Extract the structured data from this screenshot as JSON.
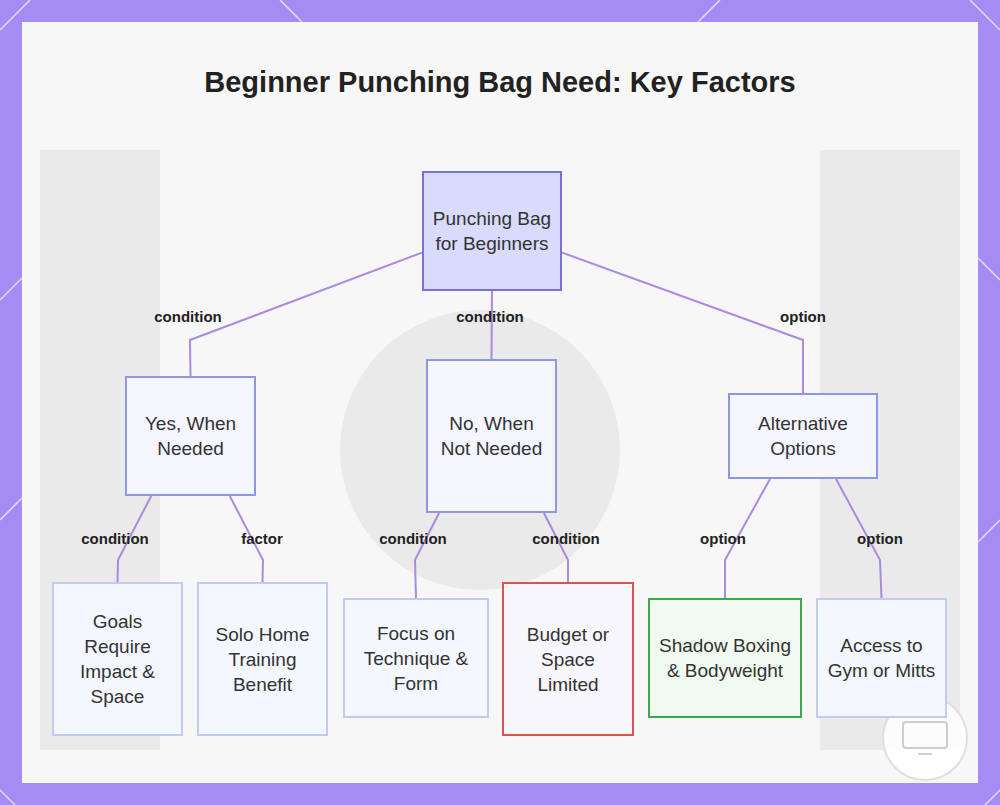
{
  "diagram": {
    "title": "Beginner Punching Bag Need: Key Factors",
    "nodes": [
      {
        "text": [
          "Punching Bag for Beginners"
        ]
      },
      {
        "text": [
          "Yes, When Needed"
        ]
      },
      {
        "text": [
          "No, When Not Needed"
        ]
      },
      {
        "text": [
          "Alternative Options"
        ]
      },
      {
        "text": [
          "Goals Require Impact & Space"
        ]
      },
      {
        "text": [
          "Solo Home Training Benefit"
        ]
      },
      {
        "text": [
          "Focus on Technique & Form"
        ]
      },
      {
        "text": [
          "Budget or Space Limited"
        ]
      },
      {
        "text": [
          "Shadow Boxing & Bodyweight"
        ]
      },
      {
        "text": [
          "Access to Gym or Mitts"
        ]
      }
    ],
    "edges": [
      {
        "from": 0,
        "to": 1,
        "label": "condition",
        "arrow": "none"
      },
      {
        "from": 0,
        "to": 2,
        "label": "condition",
        "arrow": "none"
      },
      {
        "from": 0,
        "to": 3,
        "label": "option",
        "arrow": "none"
      },
      {
        "from": 1,
        "to": 4,
        "label": "condition",
        "arrow": "none"
      },
      {
        "from": 1,
        "to": 5,
        "label": "factor",
        "arrow": "none"
      },
      {
        "from": 2,
        "to": 6,
        "label": "condition",
        "arrow": "none"
      },
      {
        "from": 2,
        "to": 7,
        "label": "condition",
        "arrow": "none"
      },
      {
        "from": 3,
        "to": 8,
        "label": "option",
        "arrow": "none"
      },
      {
        "from": 3,
        "to": 9,
        "label": "option",
        "arrow": "none"
      }
    ]
  }
}
